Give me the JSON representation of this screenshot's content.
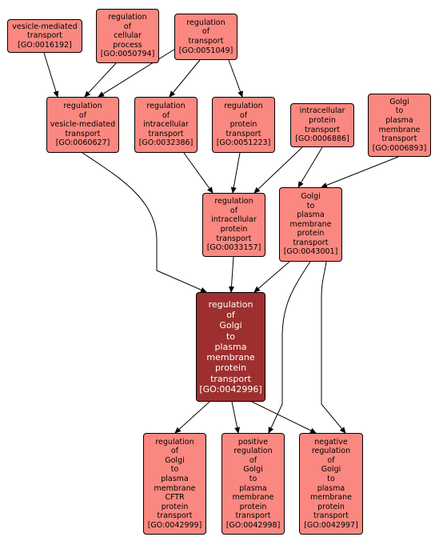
{
  "colors": {
    "node_fill": "#fa8880",
    "focus_fill": "#9e2f2f",
    "focus_text": "#ffffff",
    "edge": "#000000"
  },
  "nodes": {
    "vesicle_mediated_transport": {
      "lines": [
        "vesicle-mediated",
        "transport"
      ],
      "id": "[GO:0016192]"
    },
    "regulation_of_cellular_process": {
      "lines": [
        "regulation",
        "of",
        "cellular",
        "process"
      ],
      "id": "[GO:0050794]"
    },
    "regulation_of_transport": {
      "lines": [
        "regulation",
        "of",
        "transport"
      ],
      "id": "[GO:0051049]"
    },
    "regulation_of_vesicle_mediated_transport": {
      "lines": [
        "regulation",
        "of",
        "vesicle-mediated",
        "transport"
      ],
      "id": "[GO:0060627]"
    },
    "regulation_of_intracellular_transport": {
      "lines": [
        "regulation",
        "of",
        "intracellular",
        "transport"
      ],
      "id": "[GO:0032386]"
    },
    "regulation_of_protein_transport": {
      "lines": [
        "regulation",
        "of",
        "protein",
        "transport"
      ],
      "id": "[GO:0051223]"
    },
    "intracellular_protein_transport": {
      "lines": [
        "intracellular",
        "protein",
        "transport"
      ],
      "id": "[GO:0006886]"
    },
    "golgi_to_plasma_membrane_transport": {
      "lines": [
        "Golgi",
        "to",
        "plasma",
        "membrane",
        "transport"
      ],
      "id": "[GO:0006893]"
    },
    "regulation_of_intracellular_protein_transport": {
      "lines": [
        "regulation",
        "of",
        "intracellular",
        "protein",
        "transport"
      ],
      "id": "[GO:0033157]"
    },
    "golgi_to_plasma_membrane_protein_transport": {
      "lines": [
        "Golgi",
        "to",
        "plasma",
        "membrane",
        "protein",
        "transport"
      ],
      "id": "[GO:0043001]"
    },
    "regulation_of_golgi_to_plasma_membrane_protein_transport": {
      "lines": [
        "regulation",
        "of",
        "Golgi",
        "to",
        "plasma",
        "membrane",
        "protein",
        "transport"
      ],
      "id": "[GO:0042996]"
    },
    "regulation_of_golgi_to_plasma_membrane_cftr_protein_transport": {
      "lines": [
        "regulation",
        "of",
        "Golgi",
        "to",
        "plasma",
        "membrane",
        "CFTR",
        "protein",
        "transport"
      ],
      "id": "[GO:0042999]"
    },
    "positive_regulation_of_golgi_to_plasma_membrane_protein_transport": {
      "lines": [
        "positive",
        "regulation",
        "of",
        "Golgi",
        "to",
        "plasma",
        "membrane",
        "protein",
        "transport"
      ],
      "id": "[GO:0042998]"
    },
    "negative_regulation_of_golgi_to_plasma_membrane_protein_transport": {
      "lines": [
        "negative",
        "regulation",
        "of",
        "Golgi",
        "to",
        "plasma",
        "membrane",
        "protein",
        "transport"
      ],
      "id": "[GO:0042997]"
    }
  }
}
